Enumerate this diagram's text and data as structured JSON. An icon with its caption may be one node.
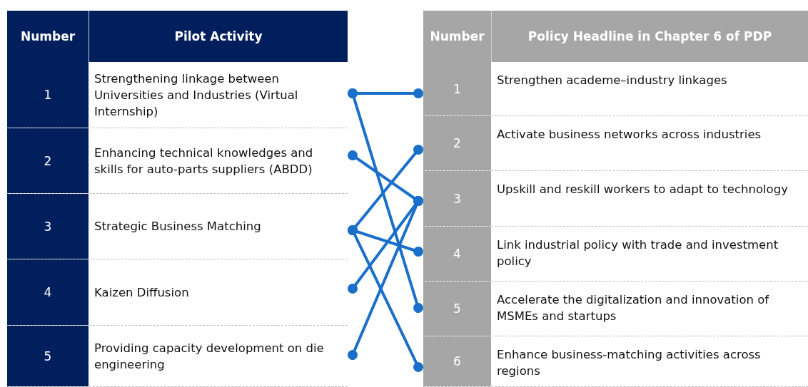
{
  "diagram": {
    "nodes": [
      {
        "text": [
          "1",
          "Strengthening linkage between Universities and Industries (Virtual Internship)"
        ]
      },
      {
        "text": [
          "2",
          "Enhancing technical knowledges and skills for auto-parts suppliers (ABDD)"
        ]
      },
      {
        "text": [
          "3",
          "Strategic Business Matching"
        ]
      },
      {
        "text": [
          "4",
          "Kaizen Diffusion"
        ]
      },
      {
        "text": [
          "5",
          "Providing capacity development on die engineering"
        ]
      },
      {
        "text": [
          "1",
          "Strengthen academe–industry linkages"
        ]
      },
      {
        "text": [
          "2",
          "Activate business networks across industries"
        ]
      },
      {
        "text": [
          "3",
          "Upskill and reskill workers to adapt to technology"
        ]
      },
      {
        "text": [
          "4",
          "Link industrial policy with trade and investment policy"
        ]
      },
      {
        "text": [
          "5",
          "Accelerate the digitalization and innovation of MSMEs and startups"
        ]
      },
      {
        "text": [
          "6",
          "Enhance business-matching activities across regions"
        ]
      }
    ],
    "edges": [
      {
        "from": 0,
        "to": 5,
        "arrow": "other"
      },
      {
        "from": 0,
        "to": 9,
        "arrow": "other"
      },
      {
        "from": 1,
        "to": 7,
        "arrow": "other"
      },
      {
        "from": 2,
        "to": 6,
        "arrow": "other"
      },
      {
        "from": 2,
        "to": 8,
        "arrow": "other"
      },
      {
        "from": 2,
        "to": 10,
        "arrow": "other"
      },
      {
        "from": 3,
        "to": 7,
        "arrow": "other"
      },
      {
        "from": 4,
        "to": 7,
        "arrow": "other"
      }
    ],
    "labels": [
      "Number",
      "Pilot Activity",
      "Number",
      "Policy Headline in Chapter 6 of PDP"
    ]
  }
}
